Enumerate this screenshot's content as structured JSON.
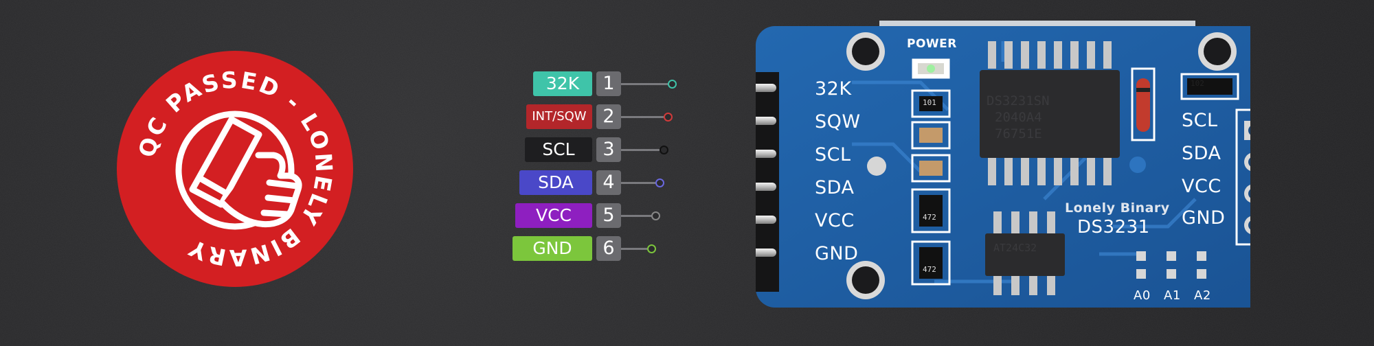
{
  "badge": {
    "text": "QC PASSED - LONELY BINARY",
    "color": "#d31f22",
    "icon": "thumbs-up-icon"
  },
  "pins": [
    {
      "number": "1",
      "label": "32K",
      "color": "#3fc4a9",
      "dot_color": "#3fc4a9"
    },
    {
      "number": "2",
      "label": "INT/SQW",
      "color": "#b3262a",
      "dot_color": "#d33a3a"
    },
    {
      "number": "3",
      "label": "SCL",
      "color": "#1e1e20",
      "dot_color": "#111111"
    },
    {
      "number": "4",
      "label": "SDA",
      "color": "#4a48c8",
      "dot_color": "#6a68e0"
    },
    {
      "number": "5",
      "label": "VCC",
      "color": "#8e1fc0",
      "dot_color": "#888888"
    },
    {
      "number": "6",
      "label": "GND",
      "color": "#7cc63c",
      "dot_color": "#7cc63c"
    }
  ],
  "board": {
    "color": "#1f5fa4",
    "power_label": "POWER",
    "header_labels": [
      "32K",
      "SQW",
      "SCL",
      "SDA",
      "VCC",
      "GND"
    ],
    "right_labels": [
      "SCL",
      "SDA",
      "VCC",
      "GND"
    ],
    "brand": "Lonely Binary",
    "model": "DS3231",
    "address_labels": [
      "A0",
      "A1",
      "A2"
    ],
    "chip_lines": [
      "DS3231SN",
      "2040A4",
      "76751E"
    ],
    "eeprom_text": "AT24C32",
    "resistor_top": "102",
    "resistor_1": "101",
    "resistor_array": "472"
  }
}
